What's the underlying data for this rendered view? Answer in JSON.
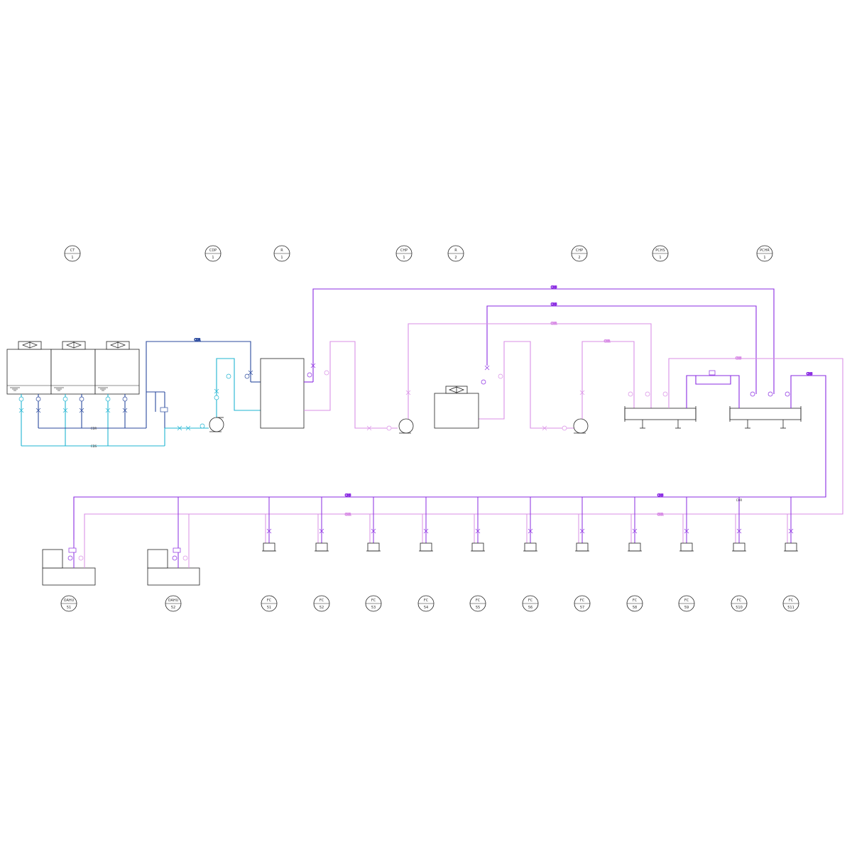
{
  "colors": {
    "condenser_supply": "#1fb4d2",
    "condenser_return": "#2b4a9e",
    "chilled_supply": "#8a2be2",
    "chilled_return": "#d98fe6",
    "equipment": "#222222"
  },
  "top_tags": [
    {
      "code": "CT",
      "num": "1"
    },
    {
      "code": "CDP",
      "num": "1"
    },
    {
      "code": "R",
      "num": "1"
    },
    {
      "code": "CHP",
      "num": "1"
    },
    {
      "code": "R",
      "num": "2"
    },
    {
      "code": "CHP",
      "num": "2"
    },
    {
      "code": "PCHS",
      "num": "1"
    },
    {
      "code": "PCHR",
      "num": "1"
    }
  ],
  "bottom_tags": [
    {
      "code": "OAHU",
      "num": "51"
    },
    {
      "code": "OAHU",
      "num": "52"
    },
    {
      "code": "FC",
      "num": "51"
    },
    {
      "code": "FC",
      "num": "52"
    },
    {
      "code": "FC",
      "num": "53"
    },
    {
      "code": "FC",
      "num": "54"
    },
    {
      "code": "FC",
      "num": "55"
    },
    {
      "code": "FC",
      "num": "56"
    },
    {
      "code": "FC",
      "num": "57"
    },
    {
      "code": "FC",
      "num": "58"
    },
    {
      "code": "FC",
      "num": "59"
    },
    {
      "code": "FC",
      "num": "510"
    },
    {
      "code": "FC",
      "num": "511"
    }
  ],
  "pipe_labels": {
    "cdr_top": "CDR",
    "cdr_mid": "CDR",
    "cds_bottom": "CDS",
    "chs_top_a": "CHS",
    "chs_top_b": "CHS",
    "chr_top": "CHR",
    "chr_mid": "CHR",
    "chs_header": "CHS",
    "chr_header": "CHR",
    "chs_bottom_left": "CHS",
    "chs_bottom_right": "CHS",
    "chr_bottom_left": "CHR",
    "chr_bottom_right": "CHR",
    "chs_riser": "CHS"
  }
}
